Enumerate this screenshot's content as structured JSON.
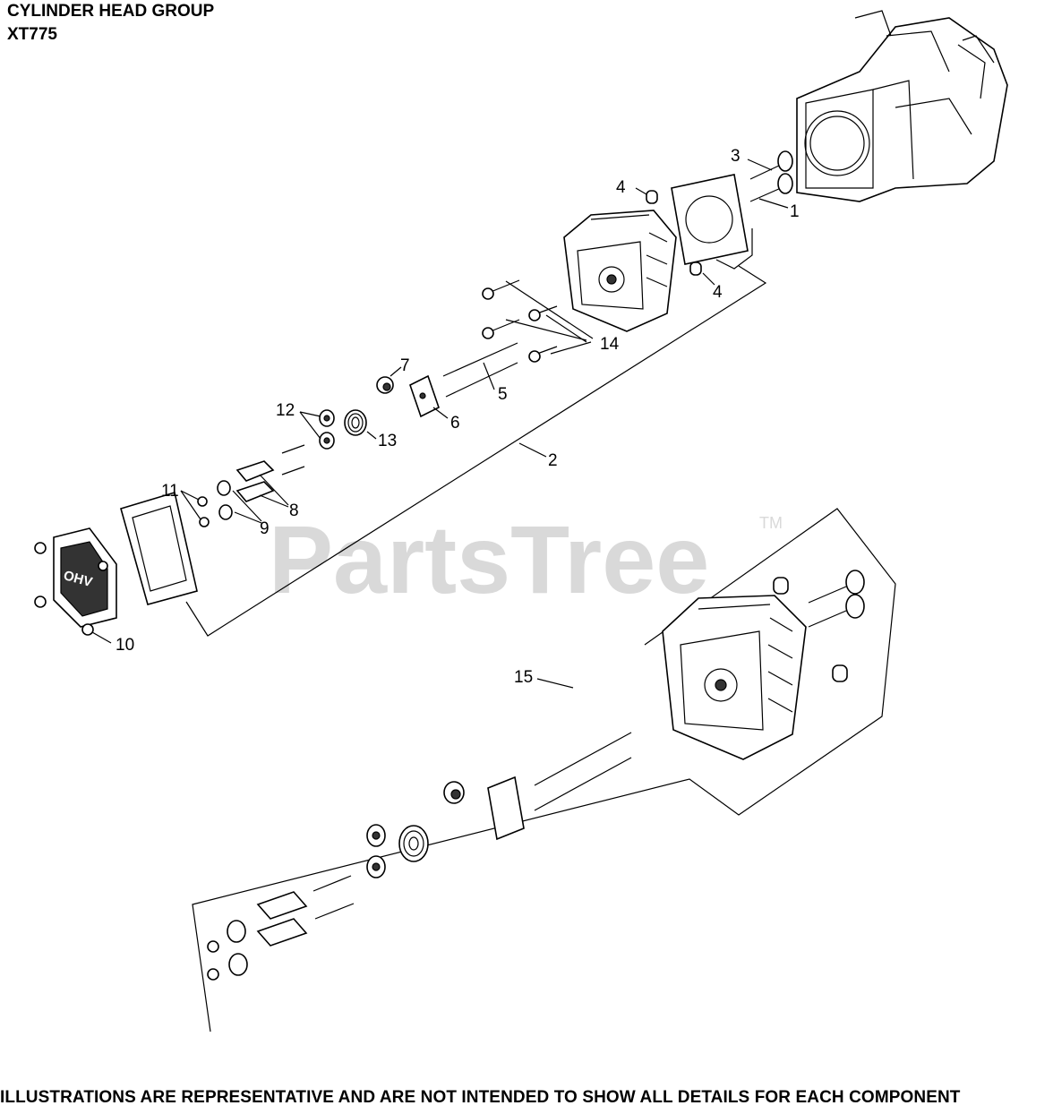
{
  "header": {
    "title": "CYLINDER HEAD GROUP",
    "model": "XT775"
  },
  "watermark": {
    "text": "PartsTree",
    "trademark": "TM"
  },
  "callouts": [
    "1",
    "2",
    "3",
    "4",
    "4",
    "5",
    "6",
    "7",
    "8",
    "9",
    "10",
    "11",
    "12",
    "13",
    "14",
    "15"
  ],
  "footer": {
    "disclaimer": "ILLUSTRATIONS ARE REPRESENTATIVE AND ARE NOT INTENDED TO SHOW ALL DETAILS FOR EACH COMPONENT"
  }
}
